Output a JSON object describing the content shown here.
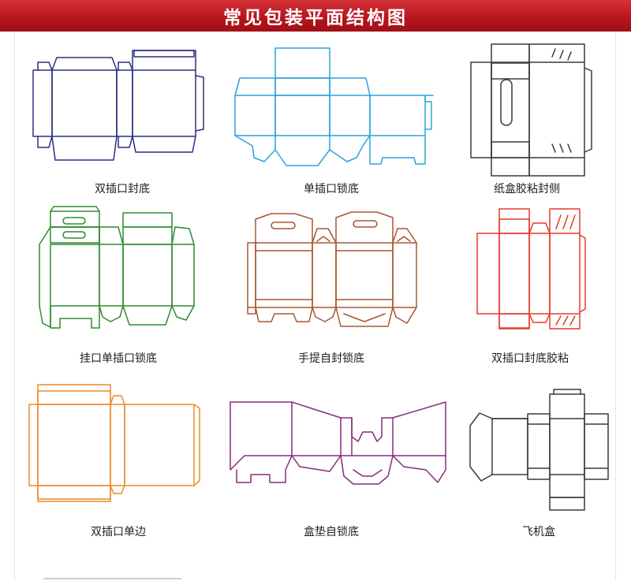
{
  "header": {
    "title": "常见包装平面结构图",
    "color": "#b8151d"
  },
  "items": [
    {
      "label": "双插口封底",
      "color": "#2b2d80"
    },
    {
      "label": "单插口锁底",
      "color": "#2da0df"
    },
    {
      "label": "纸盒胶粘封侧",
      "color": "#3a3a3a"
    },
    {
      "label": "挂口单插口锁底",
      "color": "#2e8b2e"
    },
    {
      "label": "手提自封锁底",
      "color": "#a8562e"
    },
    {
      "label": "双插口封底胶粘",
      "color": "#e53a2a"
    },
    {
      "label": "双插口单边",
      "color": "#ec8a2a"
    },
    {
      "label": "盒垫自锁底",
      "color": "#8a2a78"
    },
    {
      "label": "飞机盒",
      "color": "#3a3a3a"
    }
  ]
}
